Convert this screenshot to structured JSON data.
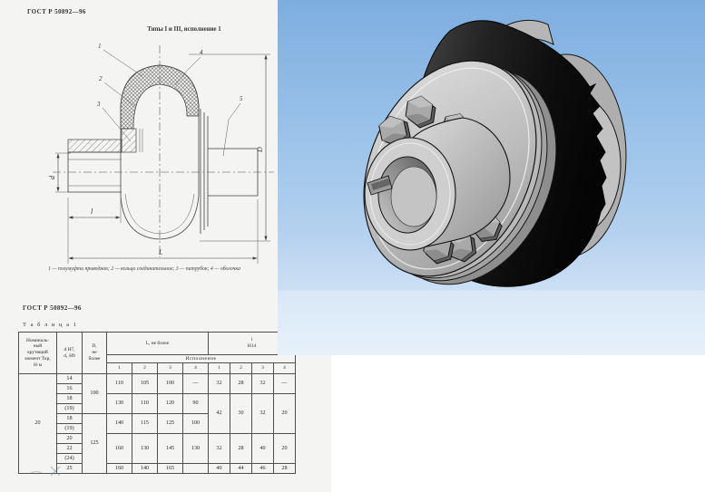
{
  "drawing_scan": {
    "doc_number": "ГОСТ Р 50892—96",
    "figure_title": "Типы I и III, исполнение 1",
    "callouts": {
      "c1": "1",
      "c2": "2",
      "c3": "3",
      "c4": "4",
      "c5": "5"
    },
    "dims": {
      "d": "d",
      "D": "D",
      "l": "l",
      "L": "L"
    },
    "caption": "1 — полумуфта приводная; 2 — кольцо соединительное; 3 — патрубок; 4 — оболочка"
  },
  "table_scan": {
    "doc_number": "ГОСТ Р 50892—96",
    "table_label": "Т а б л и ц а 1",
    "headers": {
      "torque": "Номиналь-\nный\nкрутящий\nмомент Ткр,\nН·м",
      "d": "d Н7,\nd₁ Н9",
      "D": "D,\nне\nболее",
      "L_group": "L, не более",
      "l_group": "l\nН14",
      "version": "Исполнение",
      "sub": [
        "1",
        "2",
        "3",
        "4",
        "1",
        "2",
        "3",
        "4"
      ]
    },
    "body": [
      [
        {
          "t": "20",
          "rs": 10
        },
        {
          "t": "14"
        },
        {
          "t": "100",
          "rs": 4
        },
        {
          "t": "110",
          "rs": 2
        },
        {
          "t": "105",
          "rs": 2
        },
        {
          "t": "100",
          "rs": 2
        },
        {
          "t": "—",
          "rs": 2
        },
        {
          "t": "32",
          "rs": 2
        },
        {
          "t": "28",
          "rs": 2
        },
        {
          "t": "32",
          "rs": 2
        },
        {
          "t": "—",
          "rs": 2
        }
      ],
      [
        {
          "t": "16"
        }
      ],
      [
        {
          "t": "18"
        },
        {
          "t": "130",
          "rs": 2
        },
        {
          "t": "110",
          "rs": 2
        },
        {
          "t": "120",
          "rs": 2
        },
        {
          "t": "90",
          "rs": 2
        },
        {
          "t": "42",
          "rs": 4
        },
        {
          "t": "30",
          "rs": 4
        },
        {
          "t": "32",
          "rs": 4
        },
        {
          "t": "20",
          "rs": 4
        }
      ],
      [
        {
          "t": "(19)"
        }
      ],
      [
        {
          "t": "18"
        },
        {
          "t": "125",
          "rs": 6
        },
        {
          "t": "140",
          "rs": 2
        },
        {
          "t": "115",
          "rs": 2
        },
        {
          "t": "125",
          "rs": 2
        },
        {
          "t": "100",
          "rs": 2
        }
      ],
      [
        {
          "t": "(19)"
        }
      ],
      [
        {
          "t": "20"
        },
        {
          "t": "160",
          "rs": 3
        },
        {
          "t": "130",
          "rs": 3
        },
        {
          "t": "145",
          "rs": 3
        },
        {
          "t": "130",
          "rs": 3
        },
        {
          "t": "32",
          "rs": 3
        },
        {
          "t": "28",
          "rs": 3
        },
        {
          "t": "40",
          "rs": 3
        },
        {
          "t": "20",
          "rs": 3
        }
      ],
      [
        {
          "t": "22"
        }
      ],
      [
        {
          "t": "(24)"
        }
      ],
      [
        {
          "t": "25"
        },
        {
          "t": "160"
        },
        {
          "t": "140"
        },
        {
          "t": "165"
        },
        {
          "t": ""
        },
        {
          "t": "40"
        },
        {
          "t": "44"
        },
        {
          "t": "46"
        },
        {
          "t": "28"
        }
      ]
    ]
  },
  "render": {
    "colors": {
      "bg_top": "#7dade0",
      "bg_bottom": "#e7f1fb",
      "tire": "#161616",
      "steel": "#c9c9c9"
    }
  }
}
